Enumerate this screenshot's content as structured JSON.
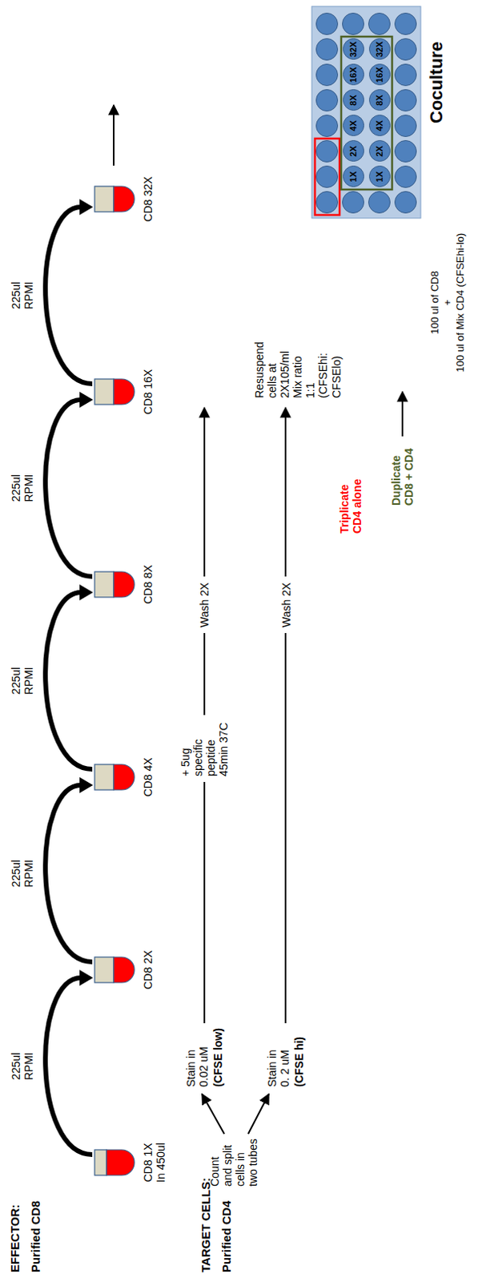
{
  "diagram": {
    "nodes": [
      {
        "text": [
          "CD8 1X In 450ul"
        ]
      },
      {
        "text": [
          "CD8 2X"
        ]
      },
      {
        "text": [
          "CD8 4X"
        ]
      },
      {
        "text": [
          "CD8 8X"
        ]
      },
      {
        "text": [
          "CD8 16X"
        ]
      },
      {
        "text": [
          "CD8 32X"
        ]
      },
      {
        "text": [
          "1X"
        ]
      },
      {
        "text": [
          "2X"
        ]
      },
      {
        "text": [
          "4X"
        ]
      },
      {
        "text": [
          "8X"
        ]
      },
      {
        "text": [
          "16X"
        ]
      },
      {
        "text": [
          "32X"
        ]
      },
      {
        "text": [
          "1X"
        ]
      },
      {
        "text": [
          "2X"
        ]
      },
      {
        "text": [
          "4X"
        ]
      },
      {
        "text": [
          "8X"
        ]
      },
      {
        "text": [
          "16X"
        ]
      },
      {
        "text": [
          "32X"
        ]
      }
    ],
    "edges": [
      {
        "from": 0,
        "to": 1,
        "label": "225ul RPMI",
        "arrow": "to"
      },
      {
        "from": 1,
        "to": 2,
        "label": "225ul RPMI",
        "arrow": "to"
      },
      {
        "from": 2,
        "to": 3,
        "label": "225ul RPMI",
        "arrow": "to"
      },
      {
        "from": 3,
        "to": 4,
        "label": "225ul RPMI",
        "arrow": "to"
      },
      {
        "from": 4,
        "to": 5,
        "label": "225ul RPMI",
        "arrow": "to"
      }
    ],
    "labels": [
      "EFFECTOR:",
      "Purified CD8",
      "TARGET CELLS:",
      "Purified CD4",
      "Count and split cells in two tubes",
      "Stain in 0.02 uM",
      "(CFSE low)",
      "Stain in 0. 2 uM",
      "(CFSE hi)",
      "+ 5ug specific peptide 45min 37C",
      "Wash 2X",
      "Wash 2X",
      "Resuspend cells at 2X105/ml Mix ratio 1:1 (CFSEhi: CFSElo)",
      "Triplicate CD4 alone",
      "Duplicate CD8 + CD4",
      "Coculture",
      "100 ul of CD8",
      "+",
      "100 ul of Mix CD4 (CFSEhi-lo)"
    ]
  }
}
